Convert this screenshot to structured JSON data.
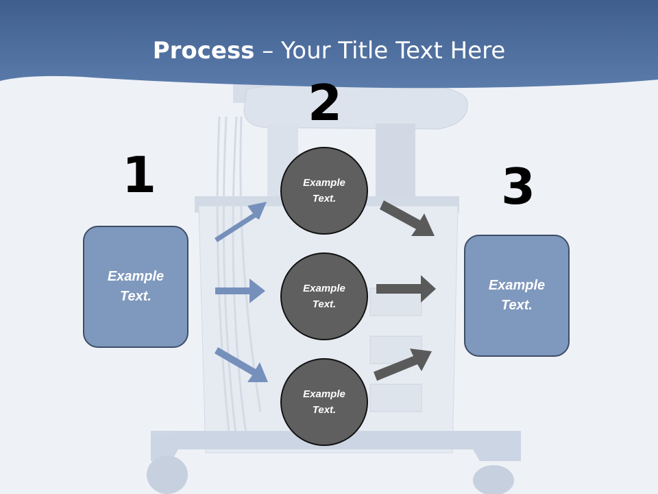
{
  "title": {
    "bold": "Process",
    "rest": " – Your Title Text Here"
  },
  "steps": [
    {
      "number": "1",
      "label": "Example\nText."
    },
    {
      "number": "2"
    },
    {
      "number": "3",
      "label": "Example\nText."
    }
  ],
  "circles": [
    {
      "label": "Example\nText."
    },
    {
      "label": "Example\nText."
    },
    {
      "label": "Example\nText."
    }
  ],
  "colors": {
    "header": "#4e6f9e",
    "box_fill": "#7f98bd",
    "box_border": "#3d4d66",
    "circle_fill": "#5f5f5f",
    "arrow_left": "#7690bc",
    "arrow_right": "#5a5a5a"
  }
}
